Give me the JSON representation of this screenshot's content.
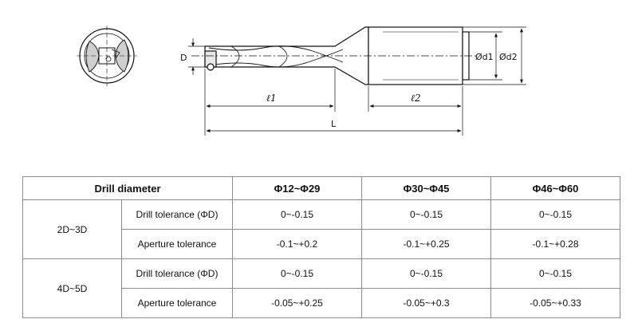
{
  "drawing": {
    "label_D": "D",
    "label_l1": "ℓ1",
    "label_l2": "ℓ2",
    "label_L": "L",
    "label_d1": "Ød1",
    "label_d2": "Ød2"
  },
  "table": {
    "header": {
      "corner": "Drill diameter",
      "columns": [
        "Φ12~Φ29",
        "Φ30~Φ45",
        "Φ46~Φ60"
      ]
    },
    "groups": [
      {
        "label": "2D~3D",
        "rows": [
          {
            "name": "Drill tolerance (ΦD)",
            "values": [
              "0~-0.15",
              "0~-0.15",
              "0~-0.15"
            ]
          },
          {
            "name": "Aperture tolerance",
            "values": [
              "-0.1~+0.2",
              "-0.1~+0.25",
              "-0.1~+0.28"
            ]
          }
        ]
      },
      {
        "label": "4D~5D",
        "rows": [
          {
            "name": "Drill tolerance (ΦD)",
            "values": [
              "0~-0.15",
              "0~-0.15",
              "0~-0.15"
            ]
          },
          {
            "name": "Aperture tolerance",
            "values": [
              "-0.05~+0.25",
              "-0.05~+0.3",
              "-0.05~+0.33"
            ]
          }
        ]
      }
    ]
  }
}
